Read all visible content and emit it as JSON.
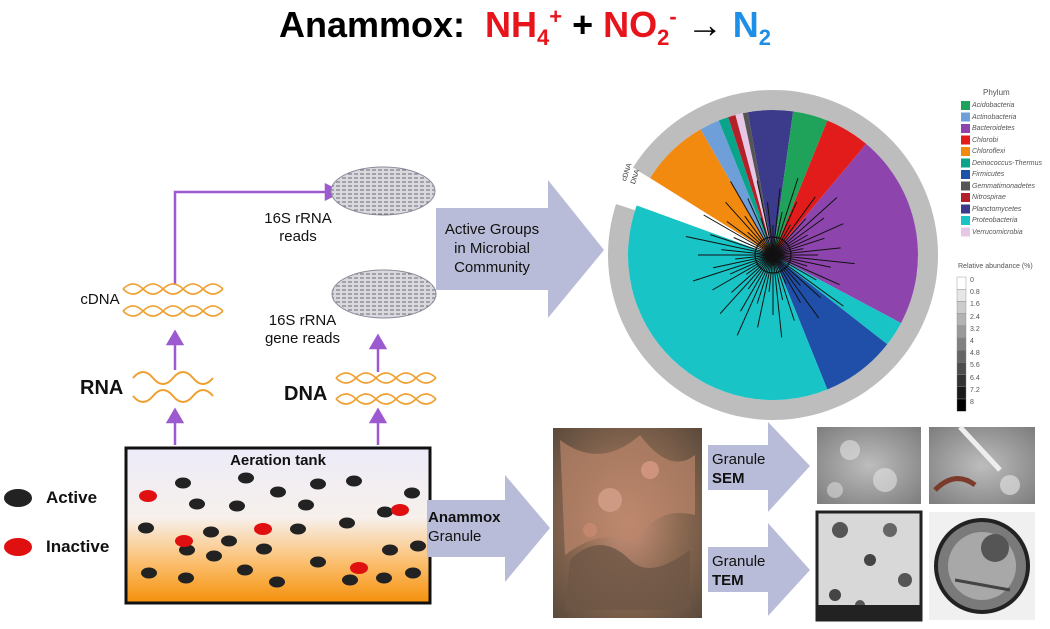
{
  "title": {
    "prefix": "Anammox:",
    "nh": "NH",
    "nh_sub": "4",
    "nh_sup": "+",
    "plus": "+",
    "no": "NO",
    "no_sub": "2",
    "no_sup": "-",
    "arrow": "→",
    "n": "N",
    "n_sub": "2"
  },
  "labels": {
    "cdna": "cDNA",
    "rna": "RNA",
    "dna": "DNA",
    "reads_rrna_1": "16S rRNA",
    "reads_rrna_2": "reads",
    "reads_gene_1": "16S rRNA",
    "reads_gene_2": "gene reads",
    "tank": "Aeration tank",
    "active": "Active",
    "inactive": "Inactive"
  },
  "arrows": {
    "active_groups_1": "Active Groups",
    "active_groups_2": "in Microbial",
    "active_groups_3": "Community",
    "anammox_1": "Anammox",
    "anammox_2": "Granule",
    "sem_1": "Granule",
    "sem_2": "SEM",
    "tem_1": "Granule",
    "tem_2": "TEM"
  },
  "tree": {
    "ring_label_cdna": "cDNA",
    "ring_label_dna": "DNA"
  },
  "legend": {
    "title": "Phylum",
    "items": [
      {
        "name": "Acidobacteria",
        "color": "#1fa35a"
      },
      {
        "name": "Actinobacteria",
        "color": "#6f9fd8"
      },
      {
        "name": "Bacteroidetes",
        "color": "#8e44ad"
      },
      {
        "name": "Chlorobi",
        "color": "#e21b1b"
      },
      {
        "name": "Chloroflexi",
        "color": "#f28a10"
      },
      {
        "name": "Deinococcus-Thermus",
        "color": "#0aa48a"
      },
      {
        "name": "Firmicutes",
        "color": "#1f4fa8"
      },
      {
        "name": "Gemmatimonadetes",
        "color": "#555555"
      },
      {
        "name": "Nitrospirae",
        "color": "#b3202a"
      },
      {
        "name": "Planctomycetes",
        "color": "#3c3a8a"
      },
      {
        "name": "Proteobacteria",
        "color": "#18c4c6"
      },
      {
        "name": "Verrucomicrobia",
        "color": "#e6c7e6"
      }
    ]
  },
  "abundance": {
    "title": "Relative abundance (%)",
    "ticks": [
      "0",
      "0.8",
      "1.6",
      "2.4",
      "3.2",
      "4",
      "4.8",
      "5.6",
      "6.4",
      "7.2",
      "8"
    ]
  },
  "colors": {
    "arrow_fill": "#b9bcd8",
    "purple_line": "#9b5ad0",
    "helix": "#f0a030",
    "red": "#e8141c",
    "blue": "#1e8fe8"
  }
}
